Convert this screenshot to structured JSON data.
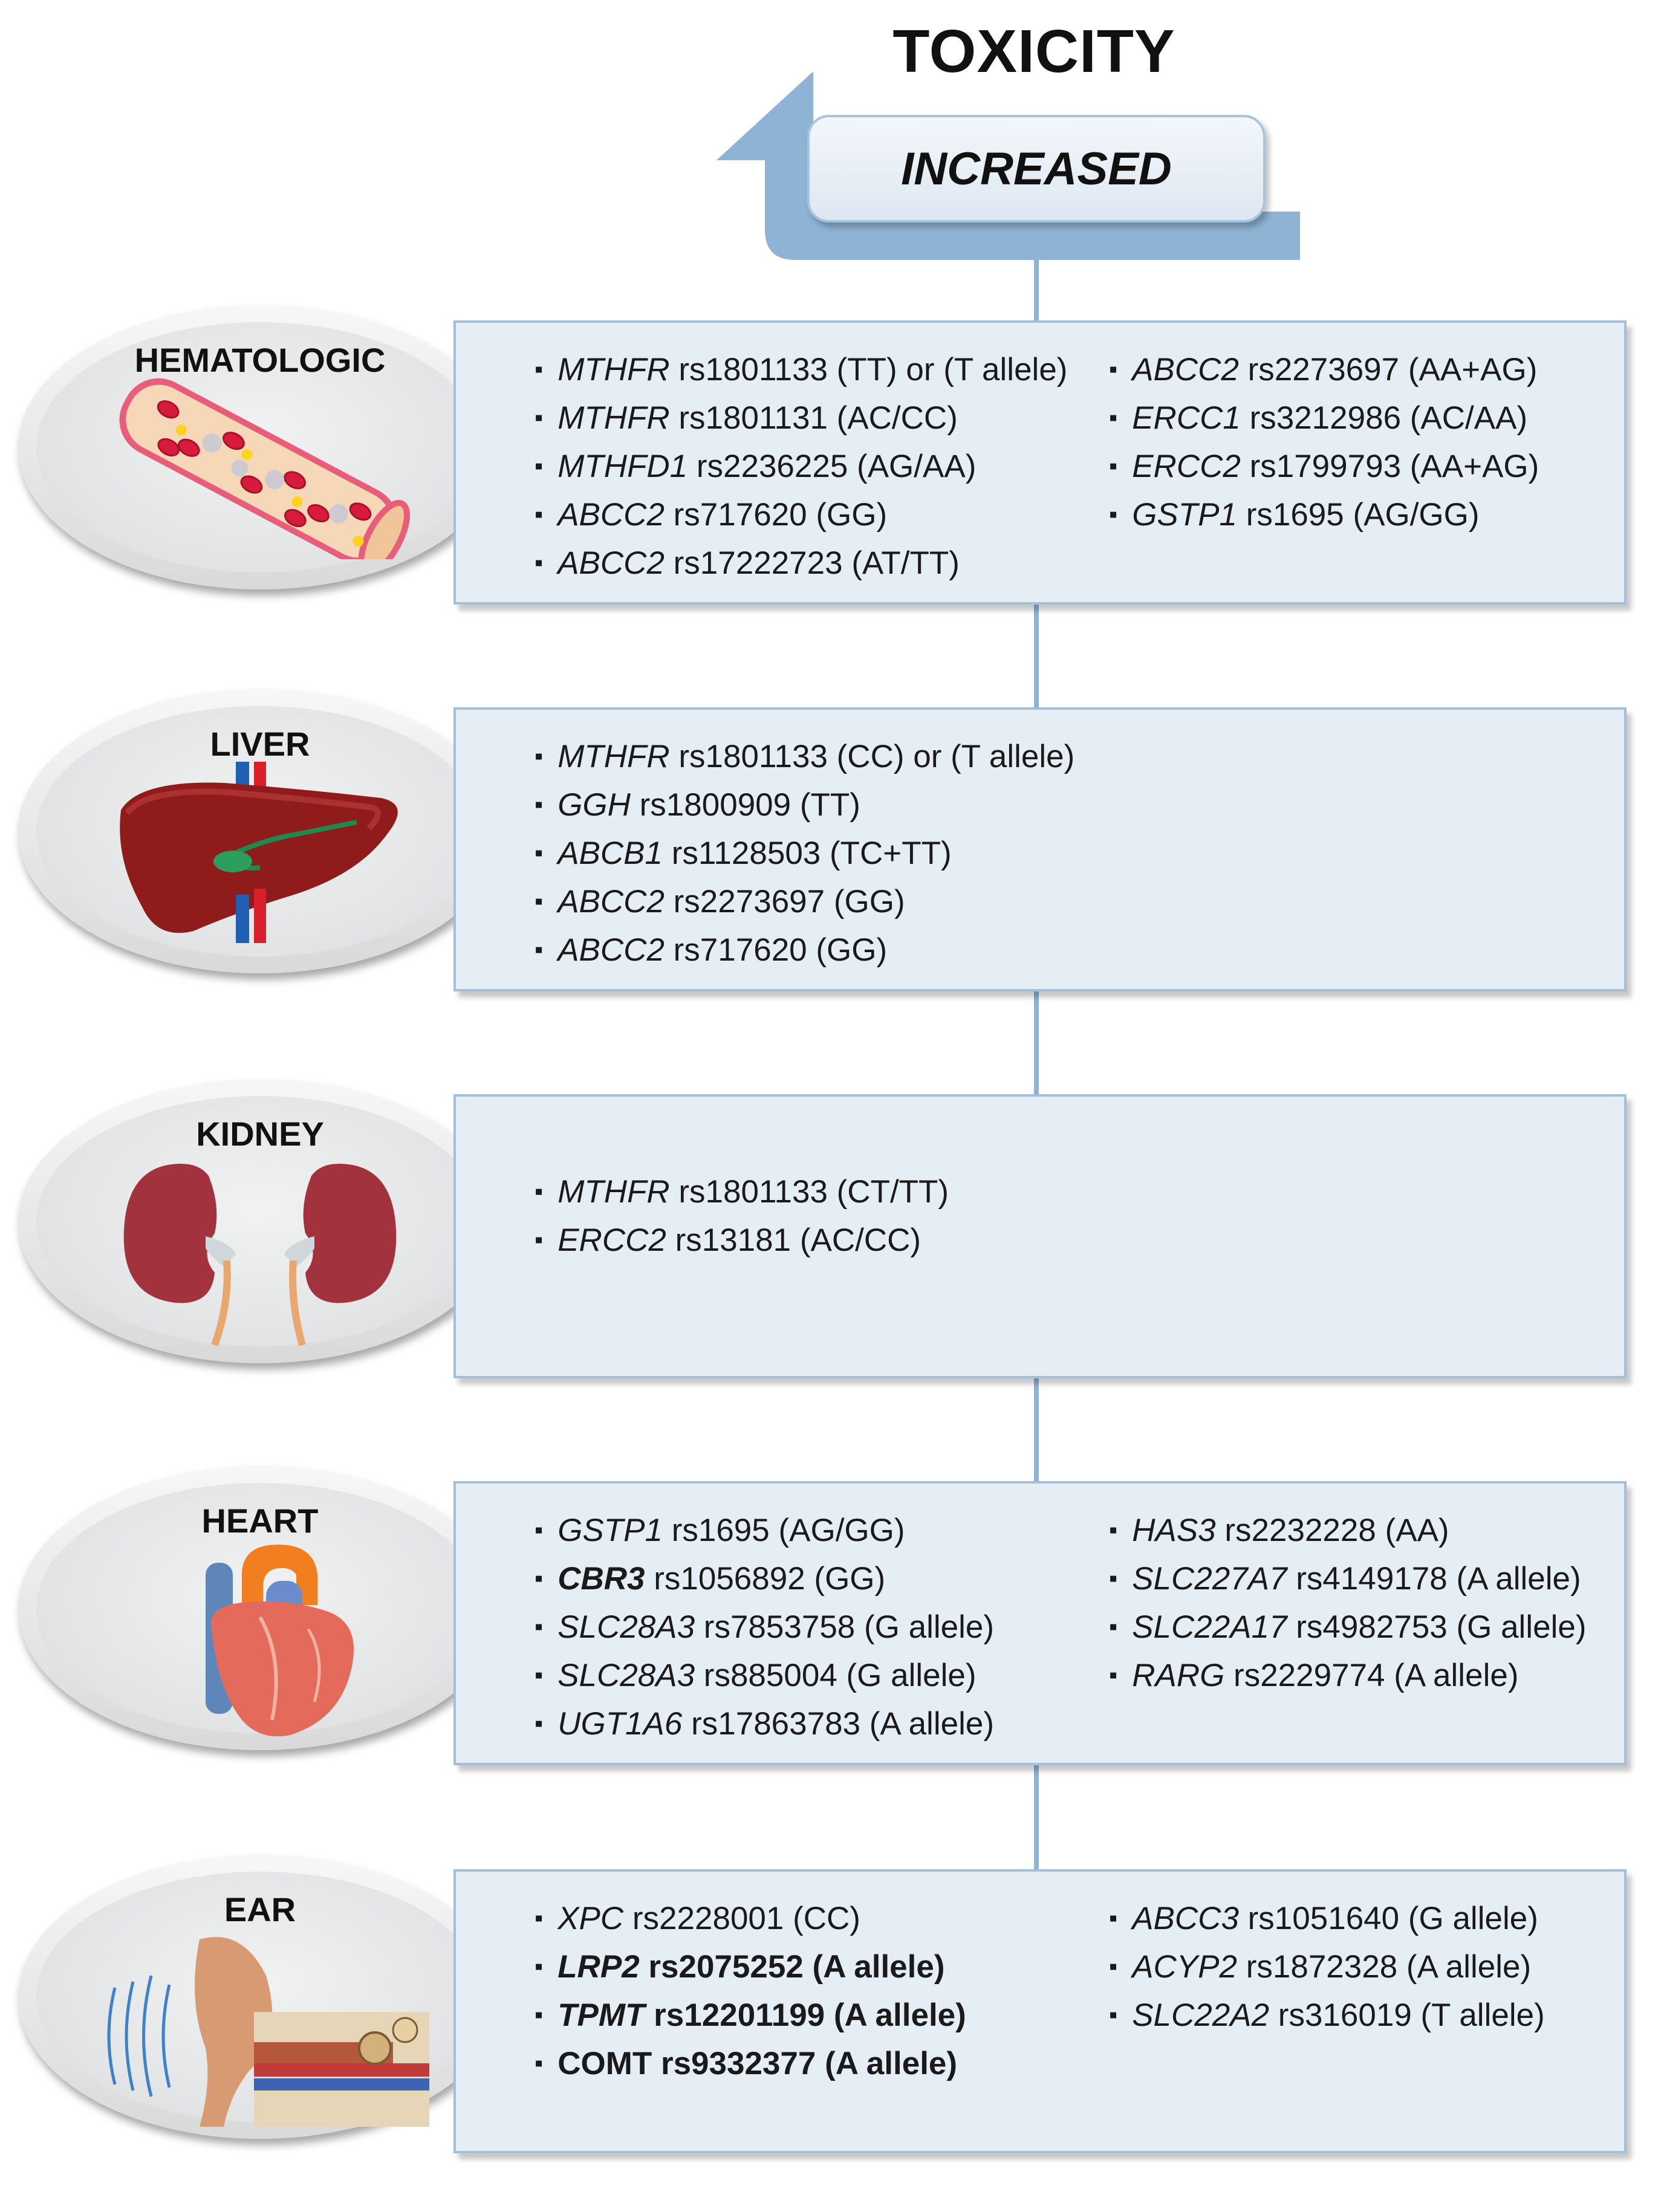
{
  "title": "TOXICITY",
  "direction_label": "INCREASED",
  "colors": {
    "arrow": "#8fb3d4",
    "panel_bg": "#e5edf5",
    "panel_border": "#a4bfd9",
    "oval": "#e0e1e2"
  },
  "sections": [
    {
      "organ": "HEMATOLOGIC",
      "icon": "blood-vessel-icon",
      "left": [
        {
          "gene": "MTHFR",
          "variant": "rs1801133 (TT) or (T allele)"
        },
        {
          "gene": "MTHFR",
          "variant": "rs1801131 (AC/CC)"
        },
        {
          "gene": "MTHFD1",
          "variant": "rs2236225 (AG/AA)"
        },
        {
          "gene": "ABCC2",
          "variant": "rs717620 (GG)"
        },
        {
          "gene": "ABCC2",
          "variant": "rs17222723 (AT/TT)"
        }
      ],
      "right": [
        {
          "gene": "ABCC2",
          "variant": "rs2273697 (AA+AG)"
        },
        {
          "gene": "ERCC1",
          "variant": "rs3212986 (AC/AA)"
        },
        {
          "gene": "ERCC2",
          "variant": "rs1799793 (AA+AG)"
        },
        {
          "gene": "GSTP1",
          "variant": "rs1695 (AG/GG)"
        }
      ]
    },
    {
      "organ": "LIVER",
      "icon": "liver-icon",
      "left": [
        {
          "gene": "MTHFR",
          "variant": "rs1801133 (CC) or (T allele)"
        },
        {
          "gene": "GGH",
          "variant": "rs1800909 (TT)"
        },
        {
          "gene": "ABCB1",
          "variant": "rs1128503 (TC+TT)"
        },
        {
          "gene": "ABCC2",
          "variant": "rs2273697 (GG)"
        },
        {
          "gene": "ABCC2",
          "variant": "rs717620 (GG)"
        }
      ],
      "right": []
    },
    {
      "organ": "KIDNEY",
      "icon": "kidney-icon",
      "left": [
        {
          "gene": "MTHFR",
          "variant": "rs1801133 (CT/TT)"
        },
        {
          "gene": "ERCC2",
          "variant": "rs13181 (AC/CC)"
        }
      ],
      "right": []
    },
    {
      "organ": "HEART",
      "icon": "heart-icon",
      "left": [
        {
          "gene": "GSTP1",
          "variant": "rs1695 (AG/GG)"
        },
        {
          "gene": "CBR3",
          "variant": "rs1056892 (GG)",
          "gene_bold": true
        },
        {
          "gene": "SLC28A3",
          "variant": "rs7853758 (G allele)"
        },
        {
          "gene": "SLC28A3",
          "variant": "rs885004 (G allele)"
        },
        {
          "gene": "UGT1A6",
          "variant": "rs17863783 (A allele)"
        }
      ],
      "right": [
        {
          "gene": "HAS3",
          "variant": "rs2232228 (AA)"
        },
        {
          "gene": "SLC227A7",
          "variant": "rs4149178 (A allele)"
        },
        {
          "gene": "SLC22A17",
          "variant": "rs4982753 (G allele)"
        },
        {
          "gene": "RARG",
          "variant": "rs2229774 (A allele)"
        }
      ]
    },
    {
      "organ": "EAR",
      "icon": "ear-icon",
      "left": [
        {
          "gene": "XPC",
          "variant": "rs2228001 (CC)"
        },
        {
          "gene": "LRP2",
          "variant": "rs2075252 (A allele)",
          "bold": true
        },
        {
          "gene": "TPMT",
          "variant": "rs12201199 (A allele)",
          "bold": true
        },
        {
          "gene": "COMT",
          "variant": "rs9332377 (A allele)",
          "bold": true,
          "upright": true
        }
      ],
      "right": [
        {
          "gene": "ABCC3",
          "variant": "rs1051640 (G allele)"
        },
        {
          "gene": "ACYP2",
          "variant": "rs1872328 (A allele)"
        },
        {
          "gene": "SLC22A2",
          "variant": "rs316019 (T allele)"
        }
      ]
    }
  ]
}
